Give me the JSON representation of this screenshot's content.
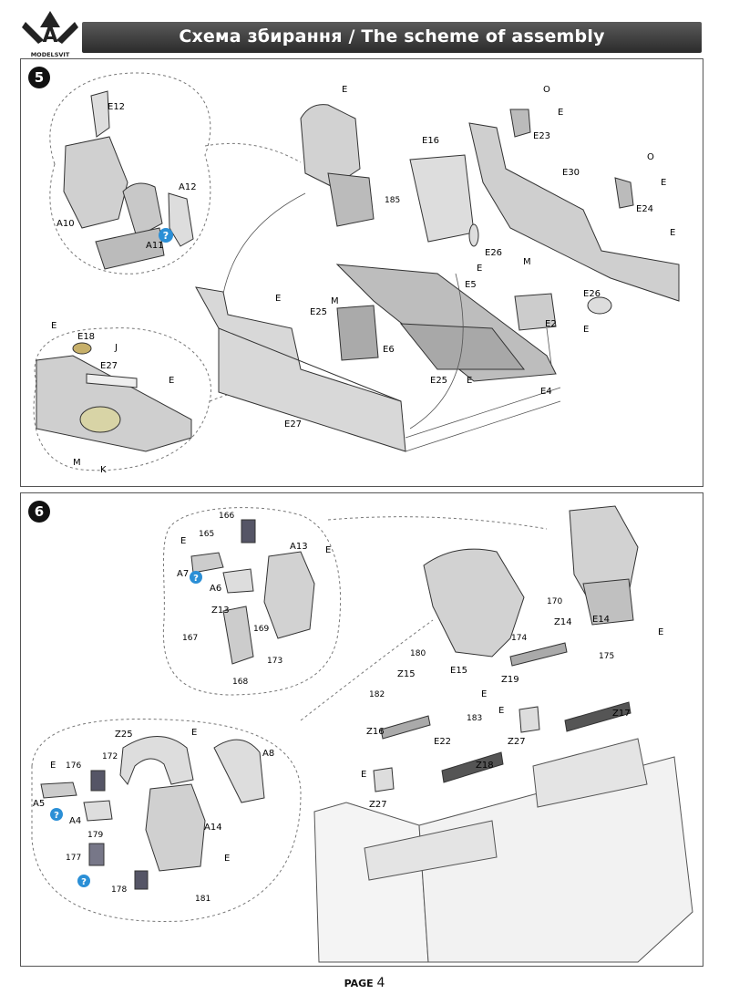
{
  "header": {
    "title": "Схема збирання / The scheme of assembly",
    "logo_text": "MODELSVIT"
  },
  "step5": {
    "number": "5",
    "labels": [
      "E12",
      "A10",
      "A11",
      "A12",
      "E",
      "E16",
      "E23",
      "O",
      "E",
      "E30",
      "O",
      "E",
      "E24",
      "185",
      "E",
      "E26",
      "E",
      "M",
      "E25",
      "E",
      "M",
      "E5",
      "E26",
      "E",
      "E2",
      "E6",
      "E",
      "E18",
      "J",
      "E27",
      "E",
      "E25",
      "E",
      "E4",
      "E27",
      "M",
      "K"
    ]
  },
  "step6": {
    "number": "6",
    "labels": [
      "166",
      "E",
      "165",
      "A13",
      "E",
      "A7",
      "A6",
      "Z13",
      "167",
      "169",
      "173",
      "168",
      "170",
      "Z14",
      "E14",
      "174",
      "E",
      "180",
      "175",
      "Z15",
      "E15",
      "Z19",
      "182",
      "E",
      "E",
      "183",
      "Z17",
      "Z16",
      "E22",
      "Z27",
      "Z18",
      "E",
      "Z27",
      "Z25",
      "E",
      "A8",
      "E",
      "176",
      "172",
      "A5",
      "A4",
      "179",
      "A14",
      "177",
      "E",
      "178",
      "181"
    ],
    "ref_circle": "5"
  },
  "footer": {
    "label": "PAGE",
    "number": "4"
  }
}
